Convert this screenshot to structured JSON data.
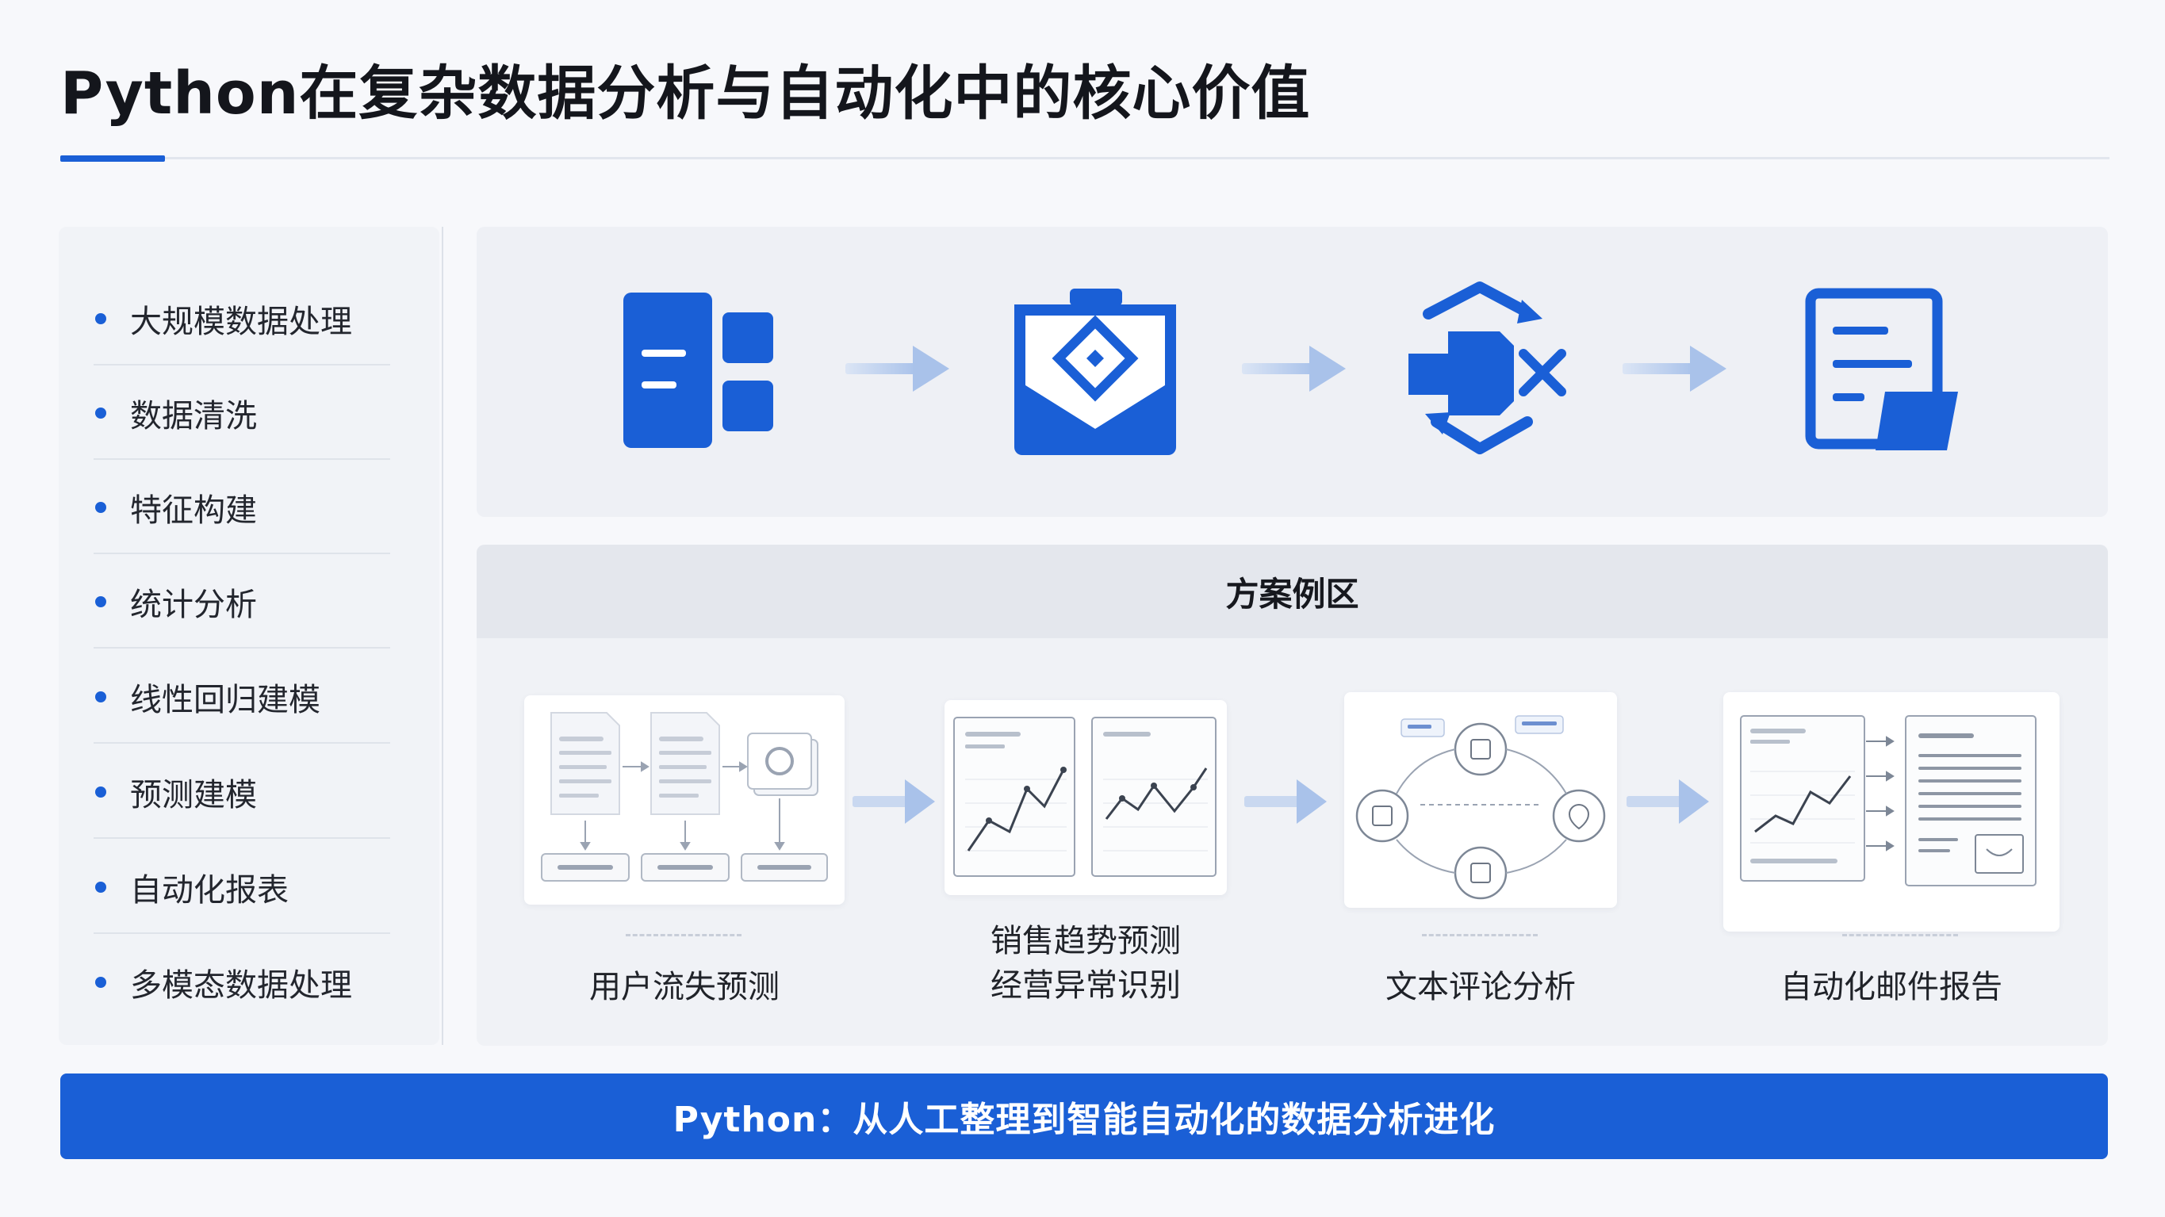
{
  "title": "Python在复杂数据分析与自动化中的核心价值",
  "colors": {
    "accent": "#1a5fd6",
    "arrow": "#b9cdee",
    "panel": "#eef0f5"
  },
  "left_list": [
    "大规模数据处理",
    "数据清洗",
    "特征构建",
    "统计分析",
    "线性回归建模",
    "预测建模",
    "自动化报表",
    "多模态数据处理"
  ],
  "process_icons": [
    "document-blocks-icon",
    "envelope-diamond-icon",
    "transform-cross-icon",
    "report-document-icon"
  ],
  "case_area": {
    "header": "方案例区",
    "cases": [
      {
        "label": "用户流失预测",
        "icon": "workflow-docs-icon"
      },
      {
        "label_line1": "销售趋势预测",
        "label_line2": "经营异常识别",
        "icon": "line-charts-icon"
      },
      {
        "label": "文本评论分析",
        "icon": "cycle-diagram-icon"
      },
      {
        "label": "自动化邮件报告",
        "icon": "report-email-icon"
      }
    ]
  },
  "banner": "Python：从人工整理到智能自动化的数据分析进化"
}
